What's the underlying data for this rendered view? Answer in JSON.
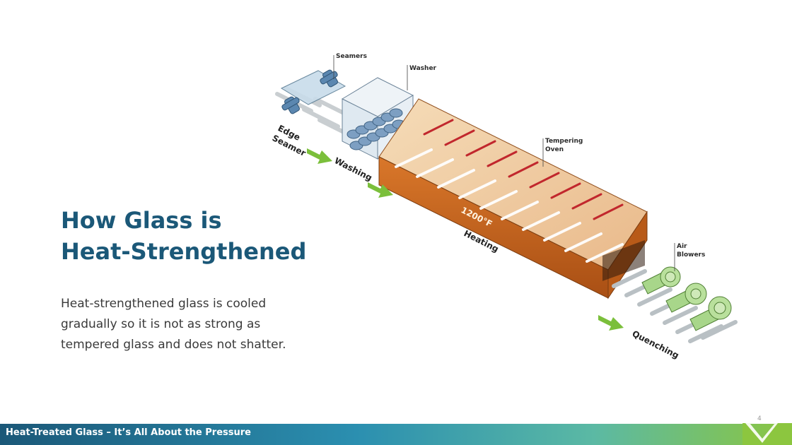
{
  "slide": {
    "title_lines": [
      "How Glass is",
      "Heat-Strengthened"
    ],
    "body_lines": [
      "Heat-strengthened glass is cooled",
      "gradually so it is not as strong as",
      "tempered glass and does not shatter."
    ],
    "page_number": "4"
  },
  "footer": {
    "text": "Heat-Treated Glass – It’s All About the Pressure"
  },
  "diagram": {
    "labels": {
      "seamers": "Seamers",
      "washer": "Washer",
      "tempering_oven": [
        "Tempering",
        "Oven"
      ],
      "air_blowers": [
        "Air",
        "Blowers"
      ]
    },
    "stages": {
      "edge_seamer": [
        "Edge",
        "Seamer"
      ],
      "washing": "Washing",
      "heating": "Heating",
      "quenching": "Quenching"
    },
    "temperature": "1200°F"
  },
  "colors": {
    "title": "#1b5878",
    "oven": "#c8661e",
    "oven_top": "#f0c99c",
    "arrow": "#7bbf3b",
    "blower": "#a8d68a",
    "footer_start": "#1b5878",
    "footer_end": "#8cc63f"
  }
}
